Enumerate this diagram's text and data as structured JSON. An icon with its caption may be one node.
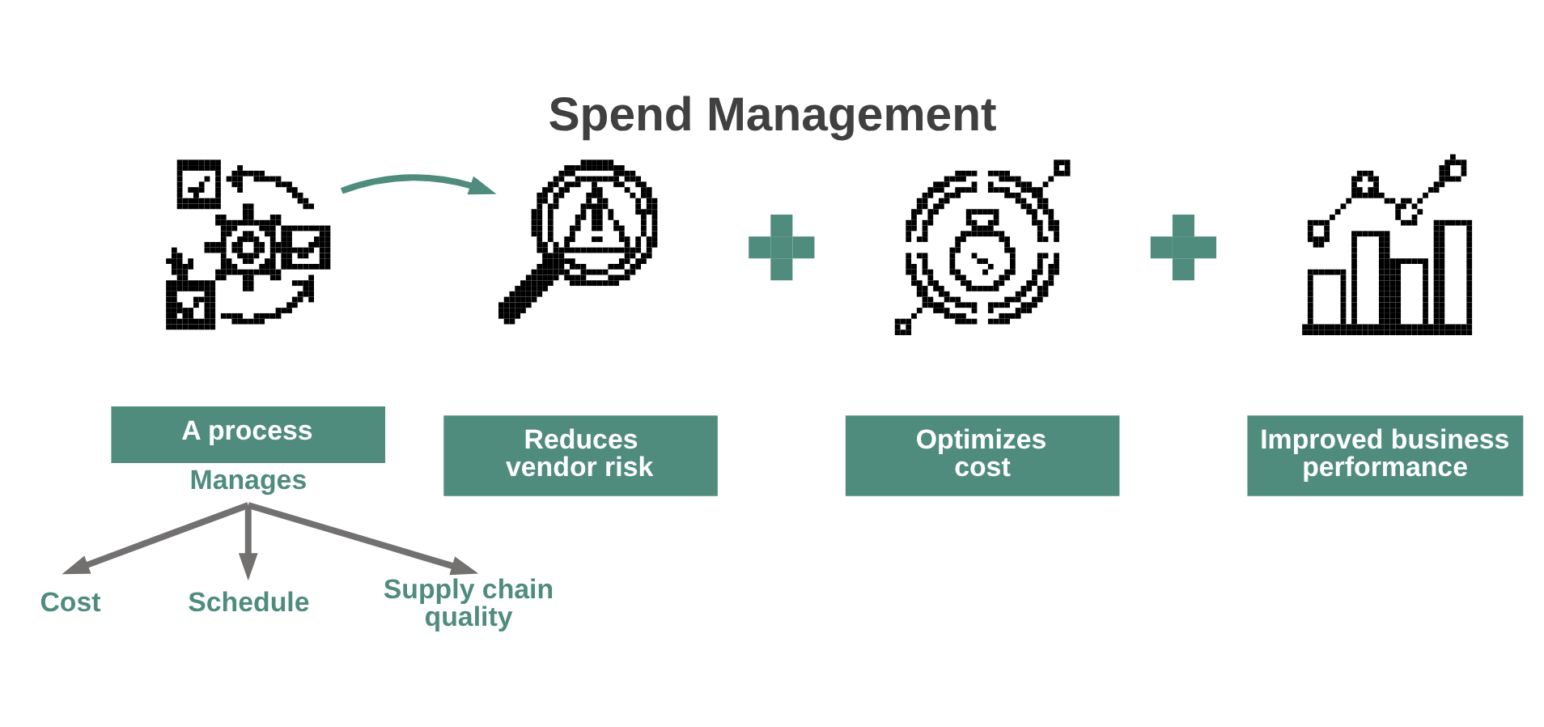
{
  "diagram": {
    "title": "Spend Management",
    "nodes": [
      {
        "text": [],
        "shape": "picture"
      },
      {
        "text": [
          "A process"
        ],
        "beside": [
          "Manages"
        ]
      },
      {
        "text": [],
        "shape": "picture"
      },
      {
        "text": [
          "Reduces vendor risk"
        ]
      },
      {
        "text": [],
        "shape": "plus"
      },
      {
        "text": [],
        "shape": "picture"
      },
      {
        "text": [
          "Optimizes cost"
        ]
      },
      {
        "text": [],
        "shape": "plus"
      },
      {
        "text": [],
        "shape": "picture"
      },
      {
        "text": [
          "Improved business performance"
        ]
      },
      {
        "text": [
          "Cost"
        ]
      },
      {
        "text": [
          "Schedule"
        ]
      },
      {
        "text": [
          "Supply chain quality"
        ]
      }
    ],
    "edges": [
      {
        "from": 0,
        "to": 2,
        "arrow": "to",
        "color": "#4f8c7e"
      },
      {
        "from": 1,
        "to": 10,
        "arrow": "to"
      },
      {
        "from": 1,
        "to": 11,
        "arrow": "to"
      },
      {
        "from": 1,
        "to": 12,
        "arrow": "to"
      }
    ]
  }
}
